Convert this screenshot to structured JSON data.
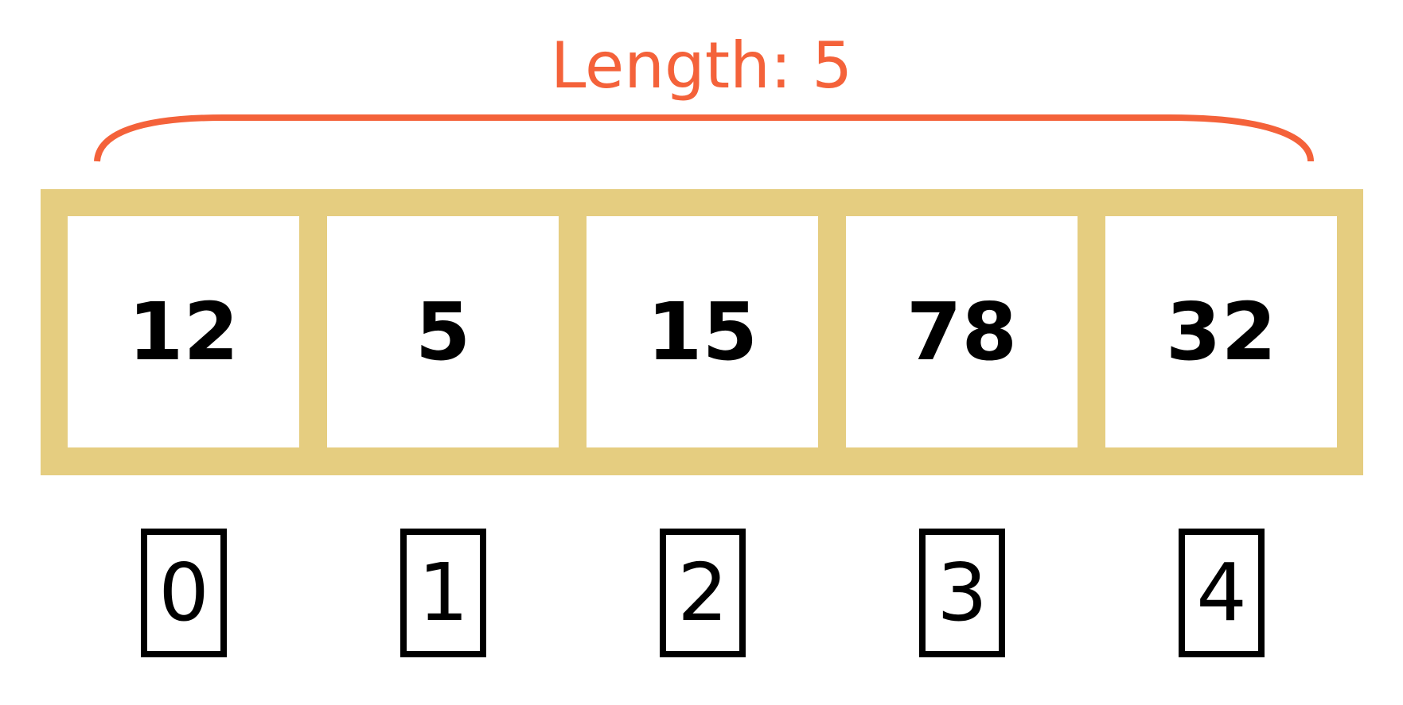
{
  "length_label": "Length: 5",
  "cells": [
    "12",
    "5",
    "15",
    "78",
    "32"
  ],
  "indices": [
    "0",
    "1",
    "2",
    "3",
    "4"
  ],
  "colors": {
    "accent": "#f4623a",
    "frame": "#e5cd80",
    "text": "#000000",
    "background": "#ffffff"
  }
}
